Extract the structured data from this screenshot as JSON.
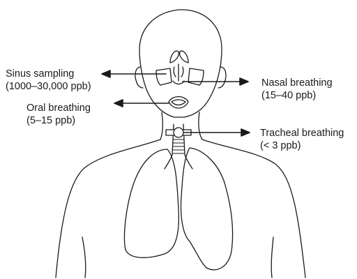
{
  "labels": {
    "sinus": {
      "name": "Sinus sampling",
      "range": "(1000–30,000 ppb)"
    },
    "oral": {
      "name": "Oral breathing",
      "range": "(5–15 ppb)"
    },
    "nasal": {
      "name": "Nasal breathing",
      "range": "(15–40 ppb)"
    },
    "tracheal": {
      "name": "Tracheal breathing",
      "range": "(< 3 ppb)"
    }
  },
  "colors": {
    "line": "#1a1a1a",
    "background": "#ffffff"
  }
}
